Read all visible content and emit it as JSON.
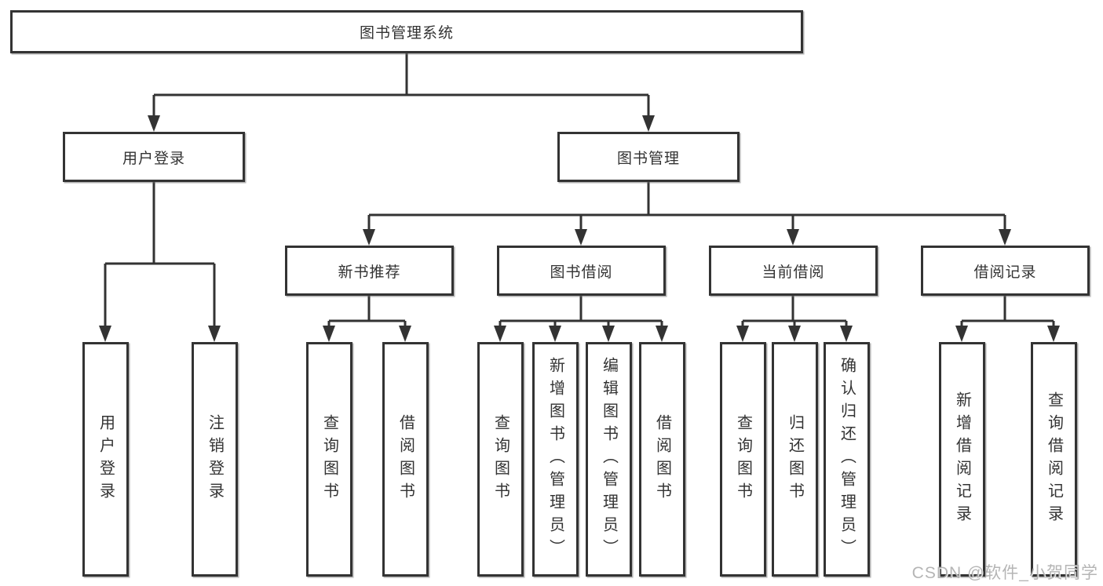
{
  "nodes": {
    "root": "图书管理系统",
    "user_login": "用户登录",
    "book_management": "图书管理",
    "new_book_recommend": "新书推荐",
    "book_borrow": "图书借阅",
    "current_borrow": "当前借阅",
    "borrow_records": "借阅记录",
    "leaf_user_login": "用户登录",
    "leaf_logout_login": "注销登录",
    "leaf_rec_query_book": "查询图书",
    "leaf_rec_borrow_book": "借阅图书",
    "leaf_bb_query_book": "查询图书",
    "leaf_bb_add_book_admin": "新增图书（管理员）",
    "leaf_bb_edit_book_admin": "编辑图书（管理员）",
    "leaf_bb_borrow_book": "借阅图书",
    "leaf_cb_query_book": "查询图书",
    "leaf_cb_return_book": "归还图书",
    "leaf_cb_confirm_return_admin": "确认归还（管理员）",
    "leaf_br_add_record": "新增借阅记录",
    "leaf_br_query_record": "查询借阅记录"
  },
  "colors": {
    "line": "#333333",
    "box_border": "#333333",
    "text": "#333333",
    "background": "#ffffff",
    "watermark": "#a8a8a8"
  },
  "watermark": "CSDN @软件_小贺同学"
}
